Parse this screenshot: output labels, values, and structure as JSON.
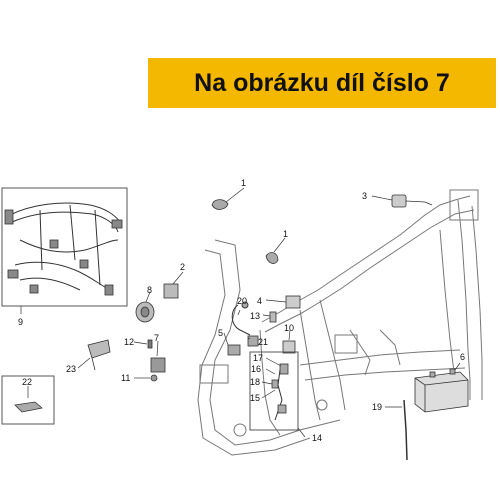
{
  "banner": {
    "text": "Na obrázku díl číslo 7",
    "color": "#f5b800"
  },
  "callouts": [
    "1",
    "1",
    "2",
    "3",
    "4",
    "5",
    "6",
    "7",
    "8",
    "9",
    "10",
    "11",
    "12",
    "13",
    "14",
    "15",
    "16",
    "17",
    "18",
    "19",
    "20",
    "21",
    "22",
    "23"
  ],
  "colors": {
    "line": "#444444",
    "frame": "#777777"
  }
}
